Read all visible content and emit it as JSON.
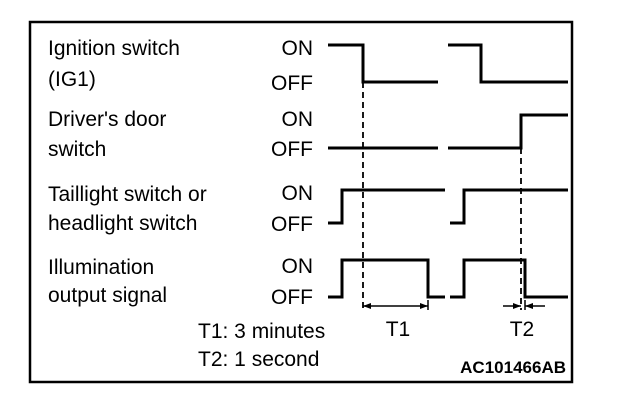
{
  "signals": [
    {
      "label_lines": [
        "Ignition switch",
        "(IG1)"
      ],
      "on": "ON",
      "off": "OFF"
    },
    {
      "label_lines": [
        "Driver's door",
        "switch"
      ],
      "on": "ON",
      "off": "OFF"
    },
    {
      "label_lines": [
        "Taillight switch or",
        "headlight switch"
      ],
      "on": "ON",
      "off": "OFF"
    },
    {
      "label_lines": [
        "Illumination",
        "output signal"
      ],
      "on": "ON",
      "off": "OFF"
    }
  ],
  "timing_labels": {
    "t1": "T1",
    "t2": "T2"
  },
  "legend": {
    "t1": "T1: 3 minutes",
    "t2": "T2: 1 second"
  },
  "figure_code": "AC101466AB"
}
